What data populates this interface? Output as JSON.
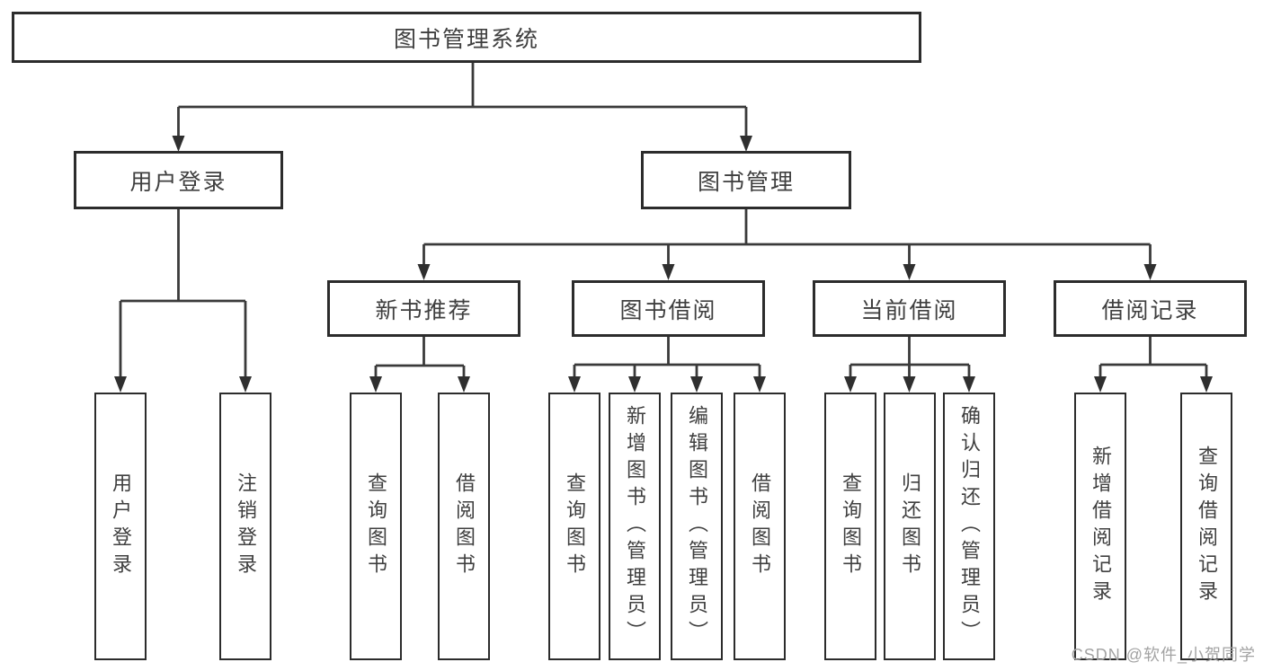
{
  "tree": {
    "root_label": "图书管理系统",
    "branches": [
      {
        "label": "用户登录",
        "children": [
          "用户登录",
          "注销登录"
        ]
      },
      {
        "label": "图书管理",
        "groups": [
          {
            "label": "新书推荐",
            "children": [
              "查询图书",
              "借阅图书"
            ]
          },
          {
            "label": "图书借阅",
            "children": [
              "查询图书",
              "新增图书（管理员）",
              "编辑图书（管理员）",
              "借阅图书"
            ]
          },
          {
            "label": "当前借阅",
            "children": [
              "查询图书",
              "归还图书",
              "确认归还（管理员）"
            ]
          },
          {
            "label": "借阅记录",
            "children": [
              "新增借阅记录",
              "查询借阅记录"
            ]
          }
        ]
      }
    ]
  },
  "watermark": "CSDN @软件_小贺同学",
  "colors": {
    "line": "#3a3a3a",
    "arrow": "#2f2f2f",
    "box_border": "#2c2c2c",
    "box_fill": "#ffffff",
    "text": "#3f3f3f",
    "watermark": "#a3a3a3",
    "background": "#ffffff"
  }
}
